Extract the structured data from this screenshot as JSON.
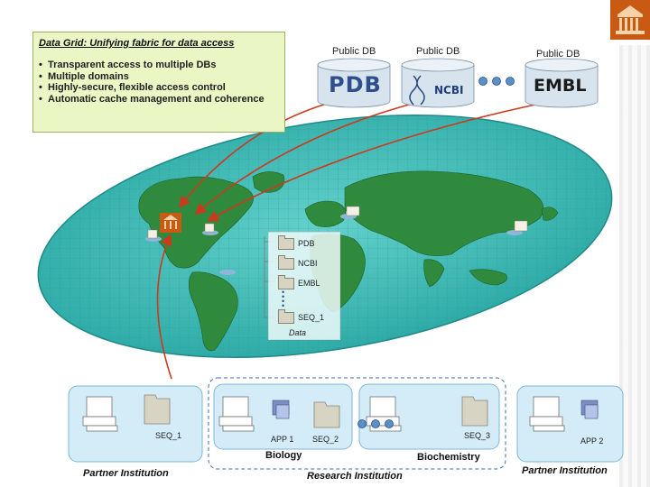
{
  "callout": {
    "title": "Data Grid: Unifying fabric for data access",
    "bullets": [
      "Transparent access to multiple DBs",
      "Multiple domains",
      "Highly-secure, flexible access control",
      "Automatic cache management and coherence"
    ]
  },
  "databases": [
    {
      "label": "Public DB",
      "logo": "PDB"
    },
    {
      "label": "Public DB",
      "logo": "NCBI"
    },
    {
      "label": "Public DB",
      "logo": "EMBL"
    }
  ],
  "data_panel": {
    "items": [
      "PDB",
      "NCBI",
      "EMBL",
      "SEQ_1"
    ],
    "caption": "Data"
  },
  "sites": {
    "partner_left": {
      "name": "Partner Institution",
      "folder_label": "SEQ_1"
    },
    "research": {
      "name": "Research Institution",
      "biology": {
        "name": "Biology",
        "app_label": "APP 1",
        "folder_label": "SEQ_2"
      },
      "biochemistry": {
        "name": "Biochemistry",
        "folder_label": "SEQ_3"
      }
    },
    "partner_right": {
      "name": "Partner Institution",
      "app_label": "APP 2"
    }
  },
  "colors": {
    "grid_ellipse": "#3fb8b4",
    "land": "#2f8a3e",
    "arrow": "#cc3a1e",
    "callout_bg": "#eaf7c5",
    "site_box": "#d4ecf7"
  }
}
